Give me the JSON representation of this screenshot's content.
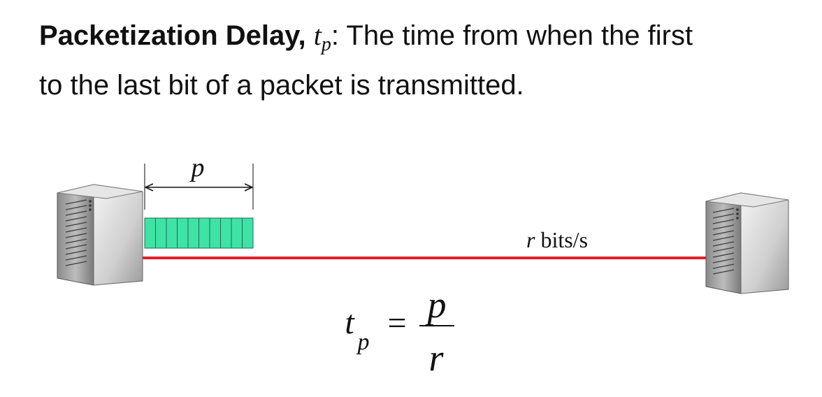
{
  "heading": {
    "term": "Packetization Delay,",
    "symbol": "t",
    "symbol_sub": "p",
    "line1_rest": ": The time from when the first",
    "line2": "to the last bit of a packet is transmitted."
  },
  "diagram": {
    "packet_length_label": "p",
    "link_rate_var": "r",
    "link_rate_unit": " bits/s",
    "packet_bits": 10,
    "colors": {
      "link": "#e5202a",
      "packet": "#3fe3a6",
      "packet_stroke": "#1d6b55"
    },
    "icons": [
      "sender-server-icon",
      "receiver-server-icon"
    ]
  },
  "formula": {
    "lhs": "t",
    "lhs_sub": "p",
    "equals": "=",
    "numerator": "p",
    "denominator": "r"
  }
}
